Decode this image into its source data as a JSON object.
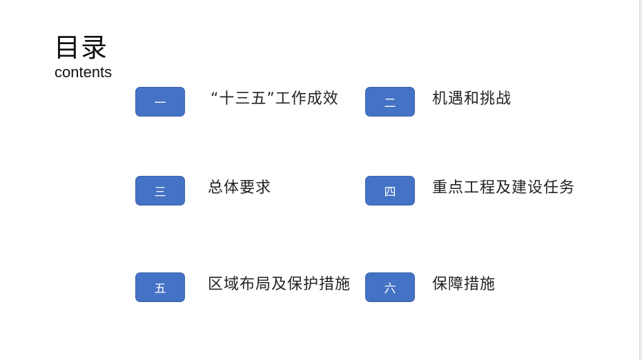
{
  "page": {
    "title": "目录",
    "subtitle": "contents"
  },
  "items": [
    {
      "badge": "一",
      "label": "“十三五”工作成效"
    },
    {
      "badge": "二",
      "label": "机遇和挑战"
    },
    {
      "badge": "三",
      "label": "总体要求"
    },
    {
      "badge": "四",
      "label": "重点工程及建设任务"
    },
    {
      "badge": "五",
      "label": "区域布局及保护措施"
    },
    {
      "badge": "六",
      "label": "保障措施"
    }
  ],
  "colors": {
    "badge_fill": "#4472c4",
    "badge_text": "#ffffff",
    "text": "#222222",
    "background": "#ffffff"
  }
}
